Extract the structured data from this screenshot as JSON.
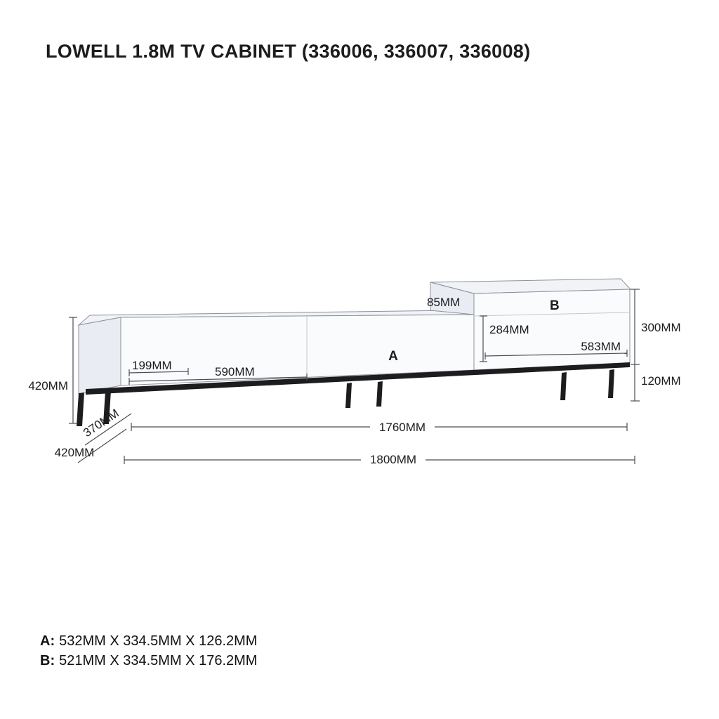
{
  "title": "LOWELL 1.8M TV CABINET (336006, 336007, 336008)",
  "section_labels": {
    "a": "A",
    "b": "B"
  },
  "dims": {
    "h85": "85MM",
    "h284": "284MM",
    "w583": "583MM",
    "h300": "300MM",
    "h120": "120MM",
    "w199": "199MM",
    "w590": "590MM",
    "h420": "420MM",
    "d370": "370MM",
    "d420": "420MM",
    "w1760": "1760MM",
    "w1800": "1800MM"
  },
  "specs": [
    {
      "label": "A:",
      "value": "532MM X 334.5MM X 126.2MM"
    },
    {
      "label": "B:",
      "value": "521MM X 334.5MM X 176.2MM"
    }
  ],
  "colors": {
    "background": "#ffffff",
    "outline": "#8d929c",
    "dimension_line": "#4a4e55",
    "text": "#1c1c1e",
    "cabinet_front": "#fafbfd",
    "cabinet_side": "#e9ecf2",
    "cabinet_top": "#f1f3f7",
    "legs": "#1d1d1f"
  }
}
